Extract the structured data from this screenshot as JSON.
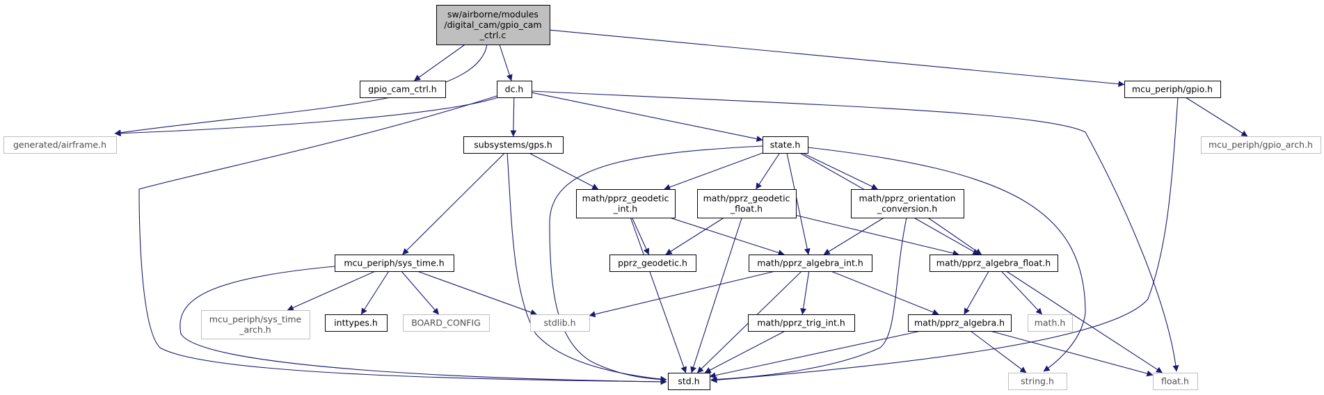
{
  "colors": {
    "edge": "#191970",
    "root_fill": "#bfbfbf",
    "node_border": "#000000",
    "external_border": "#bfbfbf",
    "background": "#ffffff"
  },
  "nodes": [
    {
      "id": "root",
      "lines": [
        "sw/airborne/modules",
        "/digital_cam/gpio_cam",
        "_ctrl.c"
      ],
      "kind": "root"
    },
    {
      "id": "gpio_cam_ctrl_h",
      "lines": [
        "gpio_cam_ctrl.h"
      ],
      "kind": "normal"
    },
    {
      "id": "dc_h",
      "lines": [
        "dc.h"
      ],
      "kind": "normal"
    },
    {
      "id": "mcu_gpio_h",
      "lines": [
        "mcu_periph/gpio.h"
      ],
      "kind": "normal"
    },
    {
      "id": "airframe_h",
      "lines": [
        "generated/airframe.h"
      ],
      "kind": "external"
    },
    {
      "id": "gps_h",
      "lines": [
        "subsystems/gps.h"
      ],
      "kind": "normal"
    },
    {
      "id": "state_h",
      "lines": [
        "state.h"
      ],
      "kind": "normal"
    },
    {
      "id": "gpio_arch_h",
      "lines": [
        "mcu_periph/gpio_arch.h"
      ],
      "kind": "external"
    },
    {
      "id": "geodetic_int_h",
      "lines": [
        "math/pprz_geodetic",
        "_int.h"
      ],
      "kind": "normal"
    },
    {
      "id": "geodetic_float_h",
      "lines": [
        "math/pprz_geodetic",
        "_float.h"
      ],
      "kind": "normal"
    },
    {
      "id": "orientation_h",
      "lines": [
        "math/pprz_orientation",
        "_conversion.h"
      ],
      "kind": "normal"
    },
    {
      "id": "sys_time_h",
      "lines": [
        "mcu_periph/sys_time.h"
      ],
      "kind": "normal"
    },
    {
      "id": "pprz_geodetic_h",
      "lines": [
        "pprz_geodetic.h"
      ],
      "kind": "normal"
    },
    {
      "id": "algebra_int_h",
      "lines": [
        "math/pprz_algebra_int.h"
      ],
      "kind": "normal"
    },
    {
      "id": "algebra_float_h",
      "lines": [
        "math/pprz_algebra_float.h"
      ],
      "kind": "normal"
    },
    {
      "id": "sys_time_arch_h",
      "lines": [
        "mcu_periph/sys_time",
        "_arch.h"
      ],
      "kind": "external"
    },
    {
      "id": "inttypes_h",
      "lines": [
        "inttypes.h"
      ],
      "kind": "normal"
    },
    {
      "id": "board_config",
      "lines": [
        "BOARD_CONFIG"
      ],
      "kind": "external"
    },
    {
      "id": "stdlib_h",
      "lines": [
        "stdlib.h"
      ],
      "kind": "external"
    },
    {
      "id": "trig_int_h",
      "lines": [
        "math/pprz_trig_int.h"
      ],
      "kind": "normal"
    },
    {
      "id": "algebra_h",
      "lines": [
        "math/pprz_algebra.h"
      ],
      "kind": "normal"
    },
    {
      "id": "math_h",
      "lines": [
        "math.h"
      ],
      "kind": "external"
    },
    {
      "id": "std_h",
      "lines": [
        "std.h"
      ],
      "kind": "normal"
    },
    {
      "id": "string_h",
      "lines": [
        "string.h"
      ],
      "kind": "external"
    },
    {
      "id": "float_h",
      "lines": [
        "float.h"
      ],
      "kind": "external"
    }
  ],
  "edges": [
    [
      "root",
      "gpio_cam_ctrl_h"
    ],
    [
      "root",
      "dc_h"
    ],
    [
      "root",
      "mcu_gpio_h"
    ],
    [
      "root",
      "airframe_h"
    ],
    [
      "dc_h",
      "airframe_h"
    ],
    [
      "dc_h",
      "gps_h"
    ],
    [
      "dc_h",
      "state_h"
    ],
    [
      "dc_h",
      "std_h"
    ],
    [
      "dc_h",
      "float_h"
    ],
    [
      "mcu_gpio_h",
      "gpio_arch_h"
    ],
    [
      "mcu_gpio_h",
      "std_h"
    ],
    [
      "gps_h",
      "sys_time_h"
    ],
    [
      "gps_h",
      "geodetic_int_h"
    ],
    [
      "gps_h",
      "std_h"
    ],
    [
      "state_h",
      "geodetic_int_h"
    ],
    [
      "state_h",
      "geodetic_float_h"
    ],
    [
      "state_h",
      "orientation_h"
    ],
    [
      "state_h",
      "algebra_int_h"
    ],
    [
      "state_h",
      "algebra_float_h"
    ],
    [
      "state_h",
      "std_h"
    ],
    [
      "state_h",
      "string_h"
    ],
    [
      "geodetic_int_h",
      "pprz_geodetic_h"
    ],
    [
      "geodetic_int_h",
      "algebra_int_h"
    ],
    [
      "geodetic_int_h",
      "std_h"
    ],
    [
      "geodetic_float_h",
      "pprz_geodetic_h"
    ],
    [
      "geodetic_float_h",
      "algebra_float_h"
    ],
    [
      "geodetic_float_h",
      "std_h"
    ],
    [
      "orientation_h",
      "algebra_int_h"
    ],
    [
      "orientation_h",
      "algebra_float_h"
    ],
    [
      "orientation_h",
      "std_h"
    ],
    [
      "sys_time_h",
      "sys_time_arch_h"
    ],
    [
      "sys_time_h",
      "inttypes_h"
    ],
    [
      "sys_time_h",
      "board_config"
    ],
    [
      "sys_time_h",
      "stdlib_h"
    ],
    [
      "sys_time_h",
      "std_h"
    ],
    [
      "algebra_int_h",
      "stdlib_h"
    ],
    [
      "algebra_int_h",
      "trig_int_h"
    ],
    [
      "algebra_int_h",
      "algebra_h"
    ],
    [
      "algebra_int_h",
      "std_h"
    ],
    [
      "algebra_float_h",
      "algebra_h"
    ],
    [
      "algebra_float_h",
      "math_h"
    ],
    [
      "algebra_float_h",
      "float_h"
    ],
    [
      "trig_int_h",
      "std_h"
    ],
    [
      "algebra_h",
      "std_h"
    ],
    [
      "algebra_h",
      "string_h"
    ],
    [
      "algebra_h",
      "float_h"
    ]
  ]
}
